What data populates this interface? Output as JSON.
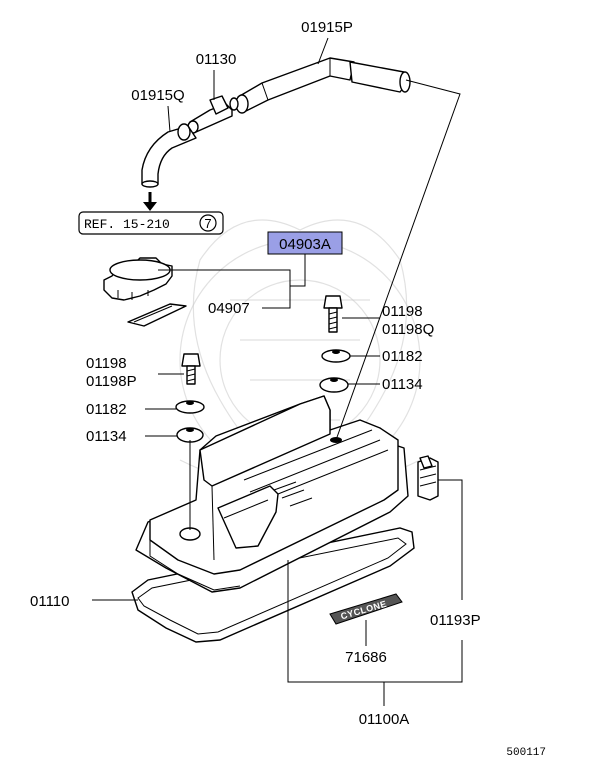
{
  "labels": {
    "hose_top": "01915P",
    "valve": "01130",
    "hose_left": "01915Q",
    "ref": "REF. 15-210",
    "ref_circle": "7",
    "highlight": "04903A",
    "cap_gasket": "04907",
    "bolt_right_a": "01198",
    "bolt_right_b": "01198Q",
    "washer_right": "01182",
    "grommet_right": "01134",
    "bolt_left_a": "01198",
    "bolt_left_b": "01198P",
    "washer_left": "01182",
    "grommet_left": "01134",
    "gasket": "01110",
    "plug": "01193P",
    "emblem": "71686",
    "assembly": "01100A",
    "emblem_text": "CYCLONE",
    "figure_no": "500117"
  },
  "colors": {
    "highlight_fill": "#9a9fe6",
    "highlight_stroke": "#000000",
    "watermark": "#c8c8c8"
  }
}
